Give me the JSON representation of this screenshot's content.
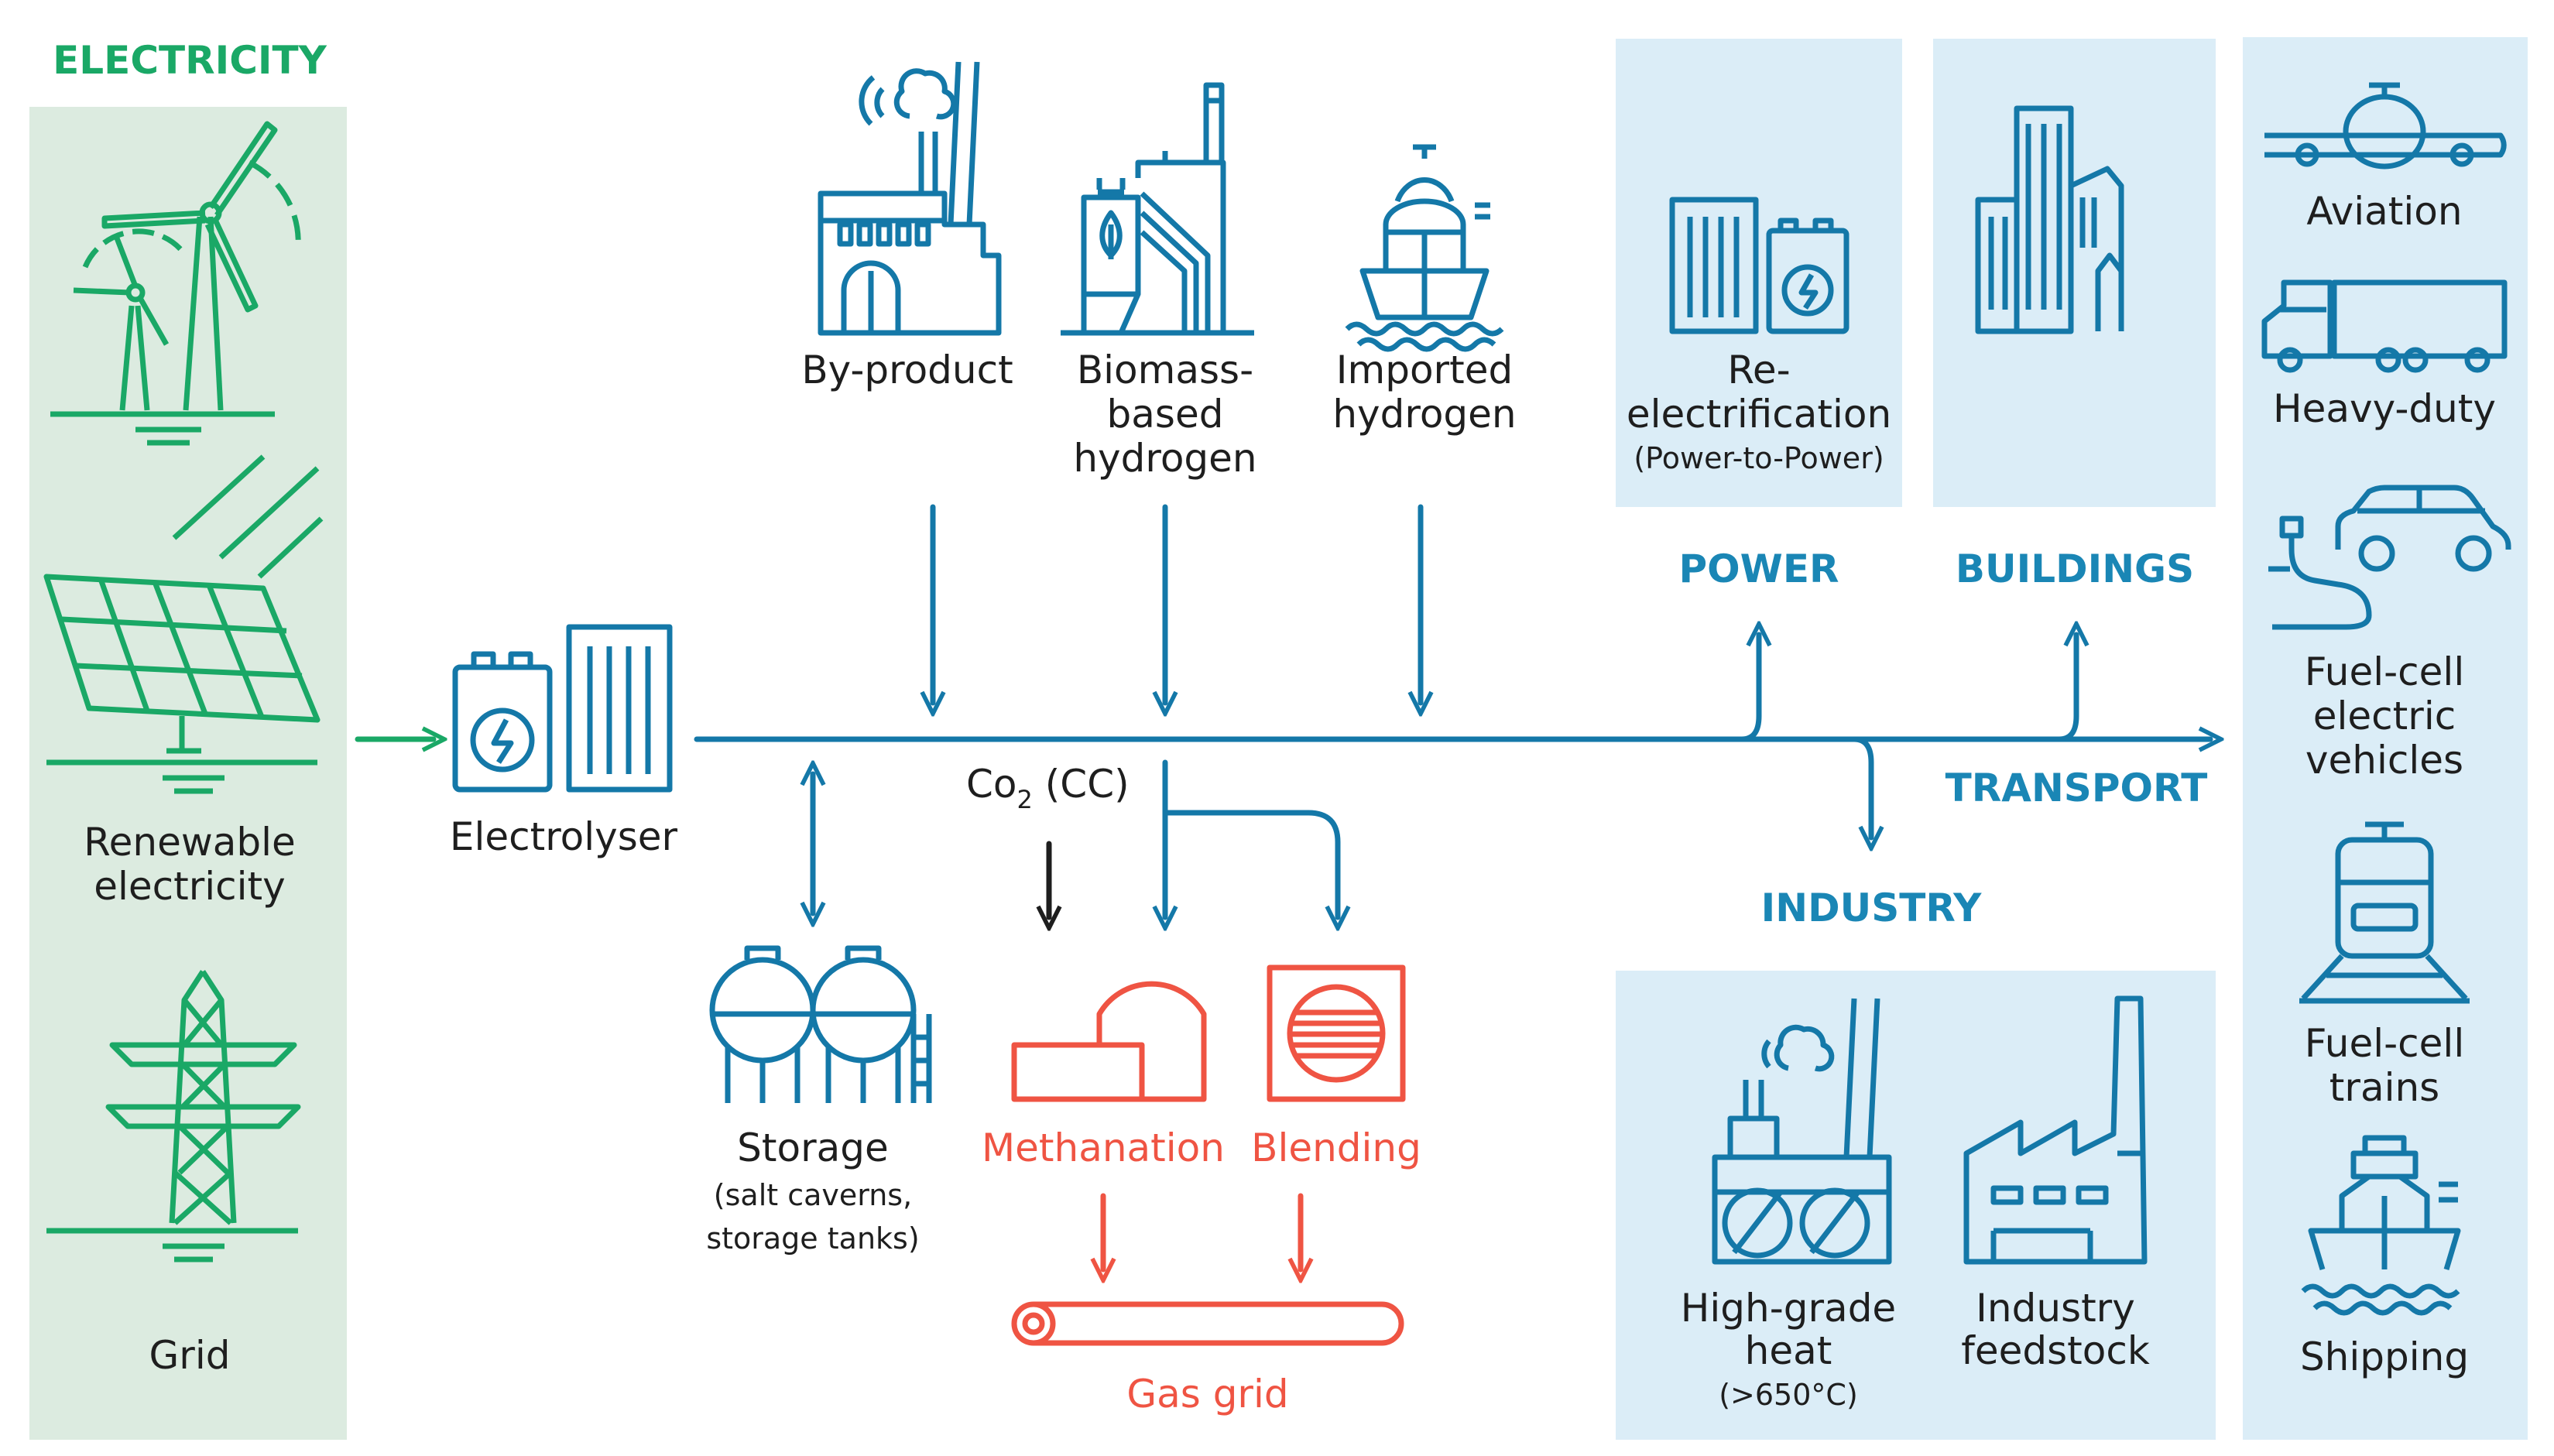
{
  "colors": {
    "green": "#1aa866",
    "blue": "#1478a8",
    "header_blue": "#1a86b5",
    "red": "#ef5443",
    "panel_green": "#dcebe0",
    "panel_blue": "#dbedf7",
    "text": "#1e1e1e"
  },
  "electricity": {
    "header": "ELECTRICITY",
    "renewable_label_1": "Renewable",
    "renewable_label_2": "electricity",
    "grid_label": "Grid",
    "icons": [
      "wind-turbine-icon",
      "solar-panel-icon",
      "pylon-icon"
    ]
  },
  "electrolyser": {
    "label": "Electrolyser",
    "icon": "electrolyser-icon"
  },
  "sources": [
    {
      "lines": [
        "By-product"
      ],
      "icon": "factory-icon"
    },
    {
      "lines": [
        "Biomass-",
        "based",
        "hydrogen"
      ],
      "icon": "biomass-plant-icon"
    },
    {
      "lines": [
        "Imported",
        "hydrogen"
      ],
      "icon": "tanker-ship-icon"
    }
  ],
  "storage": {
    "label": "Storage",
    "sub_1": "(salt caverns,",
    "sub_2": "storage tanks)",
    "icon": "storage-tanks-icon"
  },
  "co2": {
    "label": "Co",
    "subscript": "2",
    "suffix": " (CC)"
  },
  "methanation": {
    "label": "Methanation",
    "icon": "methanation-icon"
  },
  "blending": {
    "label": "Blending",
    "icon": "blending-icon"
  },
  "gas_grid": {
    "label": "Gas grid",
    "icon": "pipeline-icon"
  },
  "power": {
    "header": "POWER",
    "label_1": "Re-",
    "label_2": "electrification",
    "sub": "(Power-to-Power)",
    "icon": "power-to-power-icon"
  },
  "buildings": {
    "header": "BUILDINGS",
    "icon": "buildings-icon"
  },
  "transport": {
    "header": "TRANSPORT",
    "items": [
      {
        "lines": [
          "Aviation"
        ],
        "icon": "airplane-icon"
      },
      {
        "lines": [
          "Heavy-duty"
        ],
        "icon": "truck-icon"
      },
      {
        "lines": [
          "Fuel-cell",
          "electric",
          "vehicles"
        ],
        "icon": "fuel-cell-car-icon"
      },
      {
        "lines": [
          "Fuel-cell",
          "trains"
        ],
        "icon": "train-icon"
      },
      {
        "lines": [
          "Shipping"
        ],
        "icon": "ship-icon"
      }
    ]
  },
  "industry": {
    "header": "INDUSTRY",
    "items": [
      {
        "lines": [
          "High-grade",
          "heat"
        ],
        "sub": "(>650°C)",
        "icon": "industrial-plant-icon"
      },
      {
        "lines": [
          "Industry",
          "feedstock"
        ],
        "icon": "factory-feedstock-icon"
      }
    ]
  }
}
